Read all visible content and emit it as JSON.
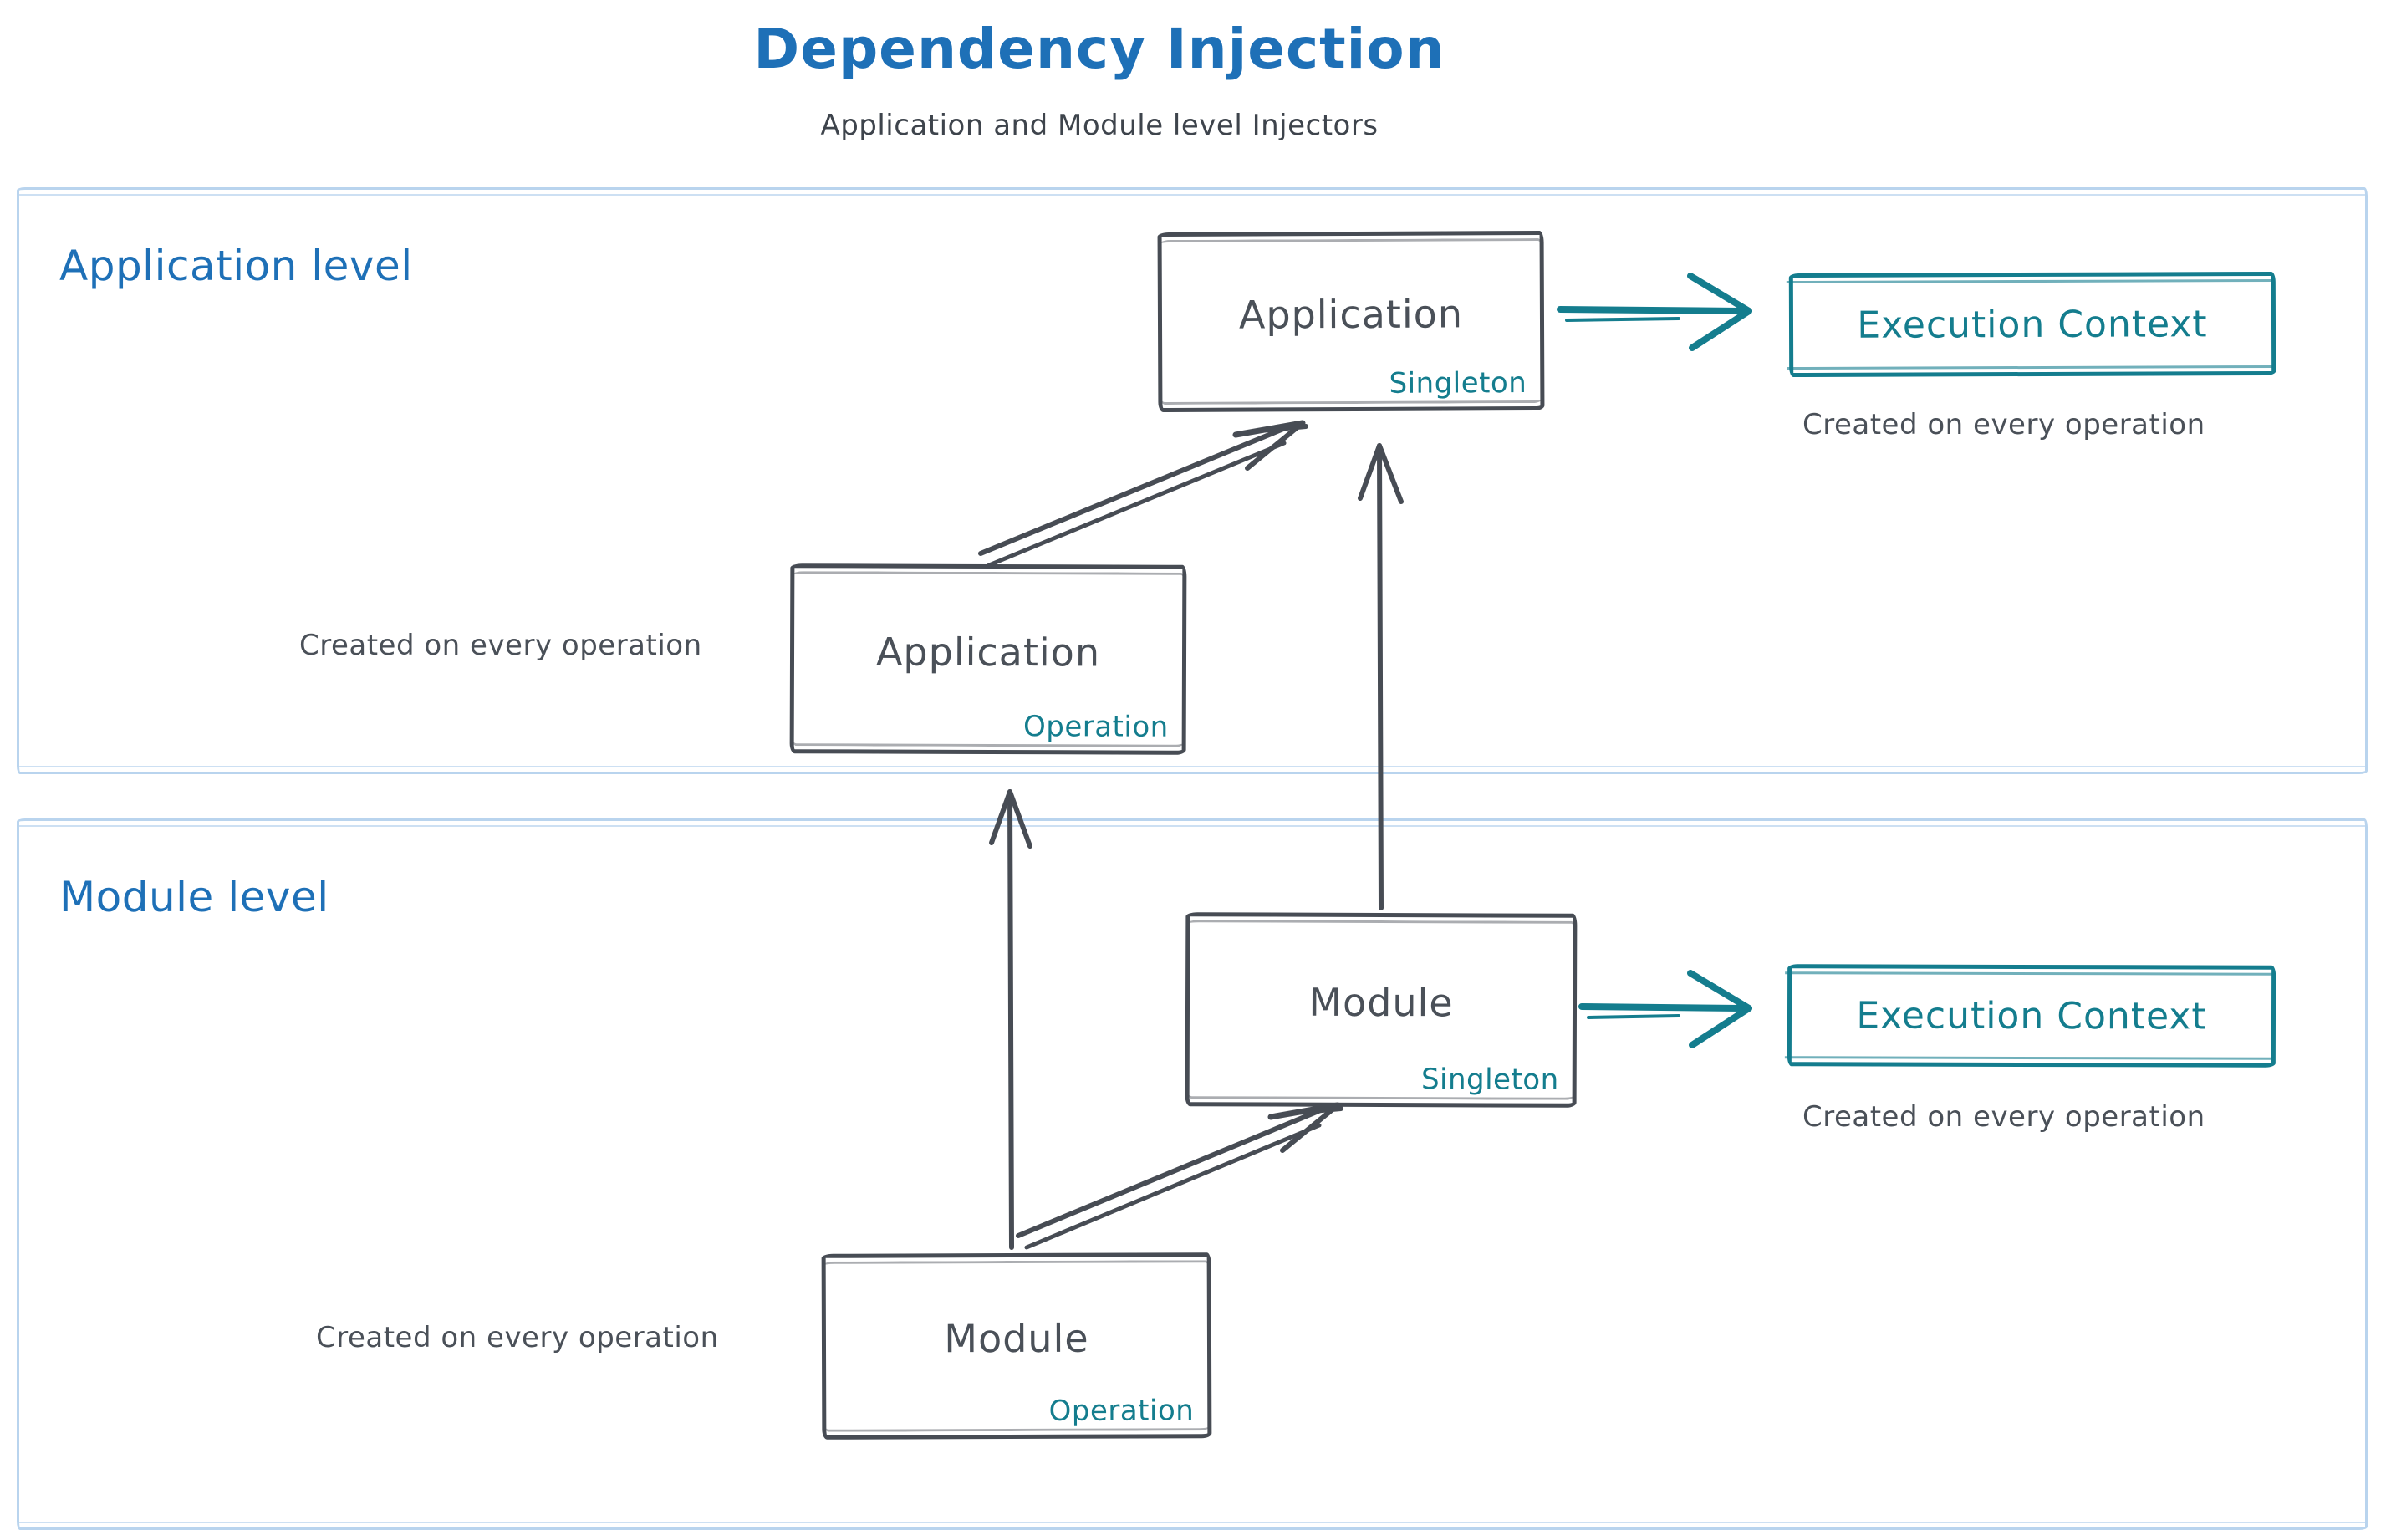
{
  "title": "Dependency Injection",
  "subtitle": "Application and Module level Injectors",
  "colors": {
    "blue": "#1e70b7",
    "ink": "#474c54",
    "teal": "#147d8e",
    "light": "#b9d4ee",
    "gray": "#4a5058"
  },
  "application_level": {
    "label": "Application level",
    "singleton_box": {
      "title": "Application",
      "scope": "Singleton"
    },
    "operation_box": {
      "title": "Application",
      "scope": "Operation"
    },
    "operation_caption": "Created on every operation",
    "execution_context": {
      "label": "Execution Context",
      "caption": "Created on every operation"
    }
  },
  "module_level": {
    "label": "Module level",
    "singleton_box": {
      "title": "Module",
      "scope": "Singleton"
    },
    "operation_box": {
      "title": "Module",
      "scope": "Operation"
    },
    "operation_caption": "Created on every operation",
    "execution_context": {
      "label": "Execution Context",
      "caption": "Created on every operation"
    }
  }
}
